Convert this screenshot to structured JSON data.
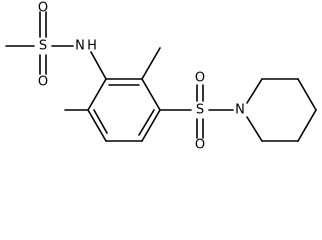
{
  "molecule": {
    "atoms": {
      "sulfonamide_sulfur": "S",
      "sulfonamide_oxygen_top": "O",
      "sulfonamide_oxygen_bottom": "O",
      "amide_nitrogen": "N",
      "amide_hydrogen": "H",
      "sulfonyl_sulfur": "S",
      "sulfonyl_oxygen_top": "O",
      "sulfonyl_oxygen_bottom": "O",
      "piperidine_nitrogen": "N"
    },
    "colors": {
      "bond": "#000000",
      "label": "#000000",
      "background": "#ffffff"
    }
  }
}
